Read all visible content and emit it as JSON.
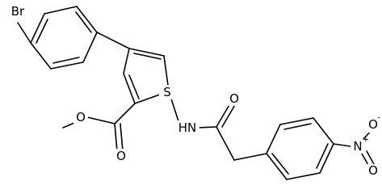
{
  "atoms": {
    "bromine": "Br",
    "thiophene_sulfur": "S",
    "amide_nitrogen": "HN",
    "amide_oxygen": "O",
    "ester_carbonyl_oxygen": "O",
    "ester_ether_oxygen": "O",
    "nitro_nitrogen": "N",
    "nitro_nitrogen_charge": "+",
    "nitro_oxygen_top": "O",
    "nitro_oxygen_top_charge": "-",
    "nitro_oxygen_bottom": "O"
  }
}
